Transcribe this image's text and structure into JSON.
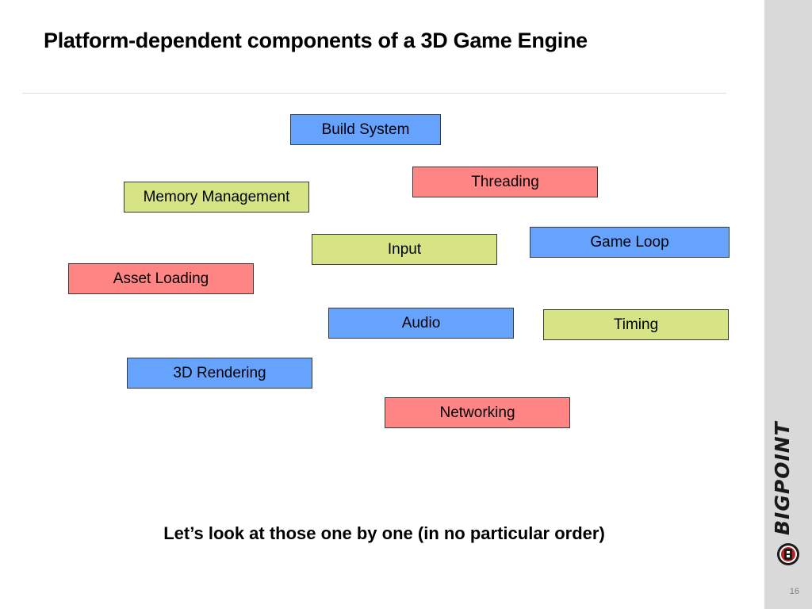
{
  "slide": {
    "title": "Platform-dependent components of a 3D Game Engine",
    "subtitle": "Let’s look at those one by one (in no particular order)",
    "page_number": "16"
  },
  "components": {
    "build_system": "Build System",
    "threading": "Threading",
    "memory_management": "Memory Management",
    "input": "Input",
    "game_loop": "Game Loop",
    "asset_loading": "Asset Loading",
    "audio": "Audio",
    "timing": "Timing",
    "rendering_3d": "3D Rendering",
    "networking": "Networking"
  },
  "brand": {
    "logo_text": "BIGPOINT"
  },
  "colors": {
    "blue": "#66a3ff",
    "red": "#ff8585",
    "green": "#d6e485",
    "sidebar": "#d9d9d9"
  }
}
